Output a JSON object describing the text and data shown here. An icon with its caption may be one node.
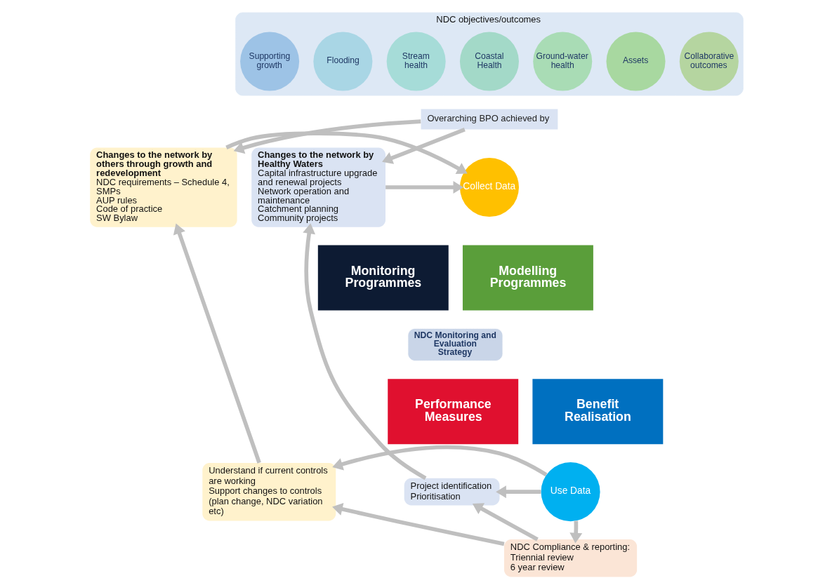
{
  "diagram": {
    "nodes": [
      {
        "text": [
          "NDC objectives/outcomes"
        ]
      },
      {
        "text": [
          "Supporting growth"
        ],
        "in": 0
      },
      {
        "text": [
          "Flooding"
        ],
        "in": 0
      },
      {
        "text": [
          "Stream health"
        ],
        "in": 0
      },
      {
        "text": [
          "Coastal Health"
        ],
        "in": 0
      },
      {
        "text": [
          "Ground-water health"
        ],
        "in": 0
      },
      {
        "text": [
          "Assets"
        ],
        "in": 0
      },
      {
        "text": [
          "Collaborative outcomes"
        ],
        "in": 0
      },
      {
        "text": [
          "Overarching BPO achieved by"
        ]
      },
      {
        "text": [
          "Changes to the network by others through growth and redevelopment",
          "NDC requirements – Schedule 4, SMPs",
          "AUP rules",
          "Code of practice",
          "SW Bylaw"
        ]
      },
      {
        "text": [
          "Changes to the network by Healthy Waters",
          "Capital infrastructure upgrade and renewal projects",
          "Network operation and maintenance",
          "Catchment planning",
          "Community projects"
        ]
      },
      {
        "text": [
          "Collect Data"
        ]
      },
      {
        "text": [
          "Monitoring Programmes"
        ]
      },
      {
        "text": [
          "Modelling Programmes"
        ]
      },
      {
        "text": [
          "NDC Monitoring and Evaluation Strategy"
        ]
      },
      {
        "text": [
          "Performance Measures"
        ]
      },
      {
        "text": [
          "Benefit Realisation"
        ]
      },
      {
        "text": [
          "Use Data"
        ]
      },
      {
        "text": [
          "Understand if current controls are working",
          "Support changes to controls (plan change, NDC variation etc)"
        ]
      },
      {
        "text": [
          "Project identification",
          "Prioritisation"
        ]
      },
      {
        "text": [
          "NDC Compliance & reporting:",
          "Triennial review",
          "6 year review"
        ]
      }
    ],
    "edges": [
      {
        "from": 8,
        "to": 9,
        "arrow": "to"
      },
      {
        "from": 8,
        "to": 10,
        "arrow": "to"
      },
      {
        "from": 9,
        "to": 11,
        "arrow": "to"
      },
      {
        "from": 10,
        "to": 11,
        "arrow": "to"
      },
      {
        "from": 18,
        "to": 9,
        "arrow": "to"
      },
      {
        "from": 19,
        "to": 10,
        "arrow": "to"
      },
      {
        "from": 17,
        "to": 18,
        "arrow": "to"
      },
      {
        "from": 17,
        "to": 19,
        "arrow": "to"
      },
      {
        "from": 17,
        "to": 20,
        "arrow": "to"
      },
      {
        "from": 20,
        "to": 18,
        "arrow": "to"
      },
      {
        "from": 20,
        "to": 19,
        "arrow": "to"
      }
    ]
  }
}
